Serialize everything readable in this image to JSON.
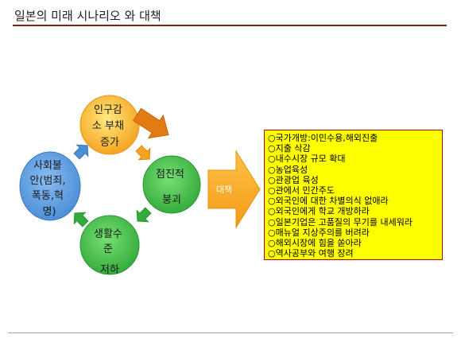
{
  "title": "일본의 미래 시나리오 와 대책",
  "cycle": {
    "top": {
      "lines": [
        "인구감",
        "소 부채",
        "증가"
      ]
    },
    "right": {
      "lines": [
        "점진적",
        "붕괴"
      ]
    },
    "bottom": {
      "lines": [
        "생활수",
        "준",
        "저하"
      ]
    },
    "left": {
      "lines": [
        "사회불",
        "안(범죄,",
        "폭동,혁",
        "명)"
      ]
    }
  },
  "arrow_label": "대책",
  "measures": [
    "○국가개방:이민수용,해외진출",
    "○지출 삭감",
    "○내수시장 규모 확대",
    "○농업육성",
    "○관광업 육성",
    "○관에서 민간주도",
    "○외국인에 대한 차별의식 없애라",
    "○외국인에게 학교 개방하라",
    "○일본기업은 고품질의 무기를 내세워라",
    "○매뉴얼 지상주의를 버려라",
    "○해외시장에 힘을 쏟아라",
    "○역사공부와 여행 장려"
  ],
  "colors": {
    "title_rule": "#8b1c1c",
    "orange": "#f5a21e",
    "green": "#33ab3c",
    "blue": "#4a8ed6",
    "box_fill": "#ffff00",
    "box_border": "#c00000"
  }
}
